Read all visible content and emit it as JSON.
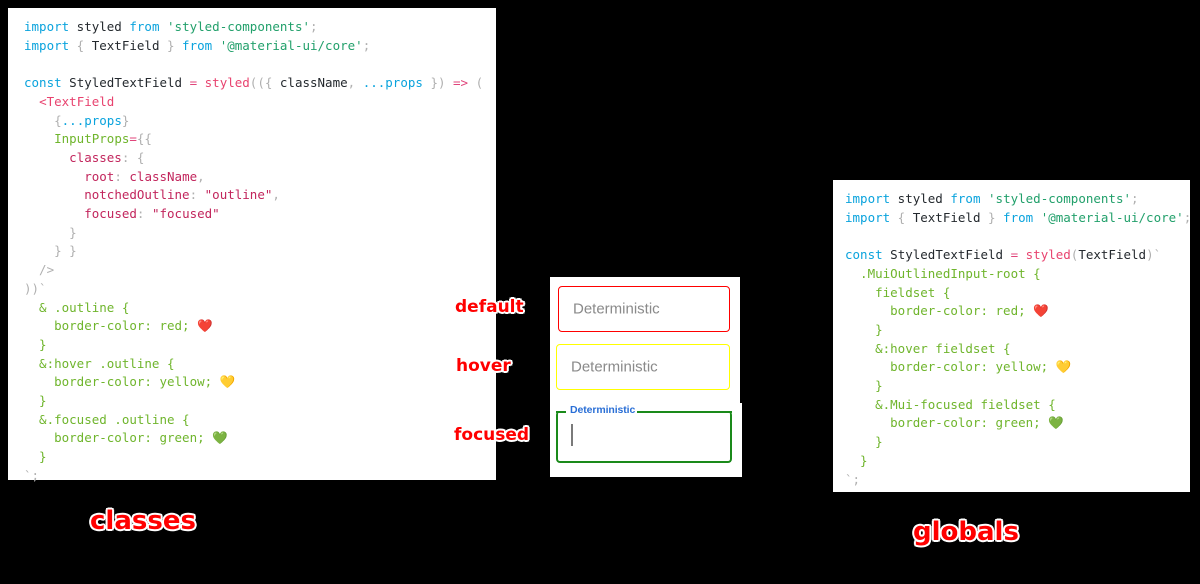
{
  "diagram": {
    "title_left": "classes",
    "title_right": "globals"
  },
  "left_panel": {
    "name": "classes-approach-code",
    "lines": [
      [
        {
          "t": "key",
          "s": "import"
        },
        {
          "t": "plain",
          "s": " styled "
        },
        {
          "t": "key",
          "s": "from"
        },
        {
          "t": "plain",
          "s": " "
        },
        {
          "t": "str",
          "s": "'styled-components'"
        },
        {
          "t": "punct",
          "s": ";"
        }
      ],
      [
        {
          "t": "key",
          "s": "import"
        },
        {
          "t": "punct",
          "s": " { "
        },
        {
          "t": "plain",
          "s": "TextField"
        },
        {
          "t": "punct",
          "s": " } "
        },
        {
          "t": "key",
          "s": "from"
        },
        {
          "t": "plain",
          "s": " "
        },
        {
          "t": "str",
          "s": "'@material-ui/core'"
        },
        {
          "t": "punct",
          "s": ";"
        }
      ],
      [],
      [
        {
          "t": "key",
          "s": "const"
        },
        {
          "t": "plain",
          "s": " StyledTextField "
        },
        {
          "t": "op",
          "s": "="
        },
        {
          "t": "plain",
          "s": " "
        },
        {
          "t": "fn",
          "s": "styled"
        },
        {
          "t": "punct",
          "s": "(({ "
        },
        {
          "t": "plain",
          "s": "className"
        },
        {
          "t": "punct",
          "s": ", "
        },
        {
          "t": "var",
          "s": "...props"
        },
        {
          "t": "punct",
          "s": " }) "
        },
        {
          "t": "op",
          "s": "=>"
        },
        {
          "t": "punct",
          "s": " ("
        }
      ],
      [
        {
          "t": "plain",
          "s": "  "
        },
        {
          "t": "tag",
          "s": "<TextField"
        }
      ],
      [
        {
          "t": "punct",
          "s": "    {"
        },
        {
          "t": "var",
          "s": "...props"
        },
        {
          "t": "punct",
          "s": "}"
        }
      ],
      [
        {
          "t": "plain",
          "s": "    "
        },
        {
          "t": "prop",
          "s": "InputProps"
        },
        {
          "t": "op",
          "s": "="
        },
        {
          "t": "punct",
          "s": "{{"
        }
      ],
      [
        {
          "t": "plain",
          "s": "      "
        },
        {
          "t": "attr",
          "s": "classes"
        },
        {
          "t": "punct",
          "s": ": {"
        }
      ],
      [
        {
          "t": "plain",
          "s": "        "
        },
        {
          "t": "attr",
          "s": "root"
        },
        {
          "t": "punct",
          "s": ": "
        },
        {
          "t": "attr",
          "s": "className"
        },
        {
          "t": "punct",
          "s": ","
        }
      ],
      [
        {
          "t": "plain",
          "s": "        "
        },
        {
          "t": "attr",
          "s": "notchedOutline"
        },
        {
          "t": "punct",
          "s": ": "
        },
        {
          "t": "attr",
          "s": "\"outline\""
        },
        {
          "t": "punct",
          "s": ","
        }
      ],
      [
        {
          "t": "plain",
          "s": "        "
        },
        {
          "t": "attr",
          "s": "focused"
        },
        {
          "t": "punct",
          "s": ": "
        },
        {
          "t": "attr",
          "s": "\"focused\""
        }
      ],
      [
        {
          "t": "punct",
          "s": "      }"
        }
      ],
      [
        {
          "t": "punct",
          "s": "    } }"
        }
      ],
      [
        {
          "t": "punct",
          "s": "  />"
        }
      ],
      [
        {
          "t": "punct",
          "s": "))`"
        }
      ],
      [
        {
          "t": "sel",
          "s": "  & .outline {"
        }
      ],
      [
        {
          "t": "css",
          "s": "    border-color: red; "
        },
        {
          "t": "emoji",
          "s": "❤️"
        }
      ],
      [
        {
          "t": "sel",
          "s": "  }"
        }
      ],
      [
        {
          "t": "sel",
          "s": "  &:hover .outline {"
        }
      ],
      [
        {
          "t": "css",
          "s": "    border-color: yellow; "
        },
        {
          "t": "emoji",
          "s": "💛"
        }
      ],
      [
        {
          "t": "sel",
          "s": "  }"
        }
      ],
      [
        {
          "t": "sel",
          "s": "  &.focused .outline {"
        }
      ],
      [
        {
          "t": "css",
          "s": "    border-color: green; "
        },
        {
          "t": "emoji",
          "s": "💚"
        }
      ],
      [
        {
          "t": "sel",
          "s": "  }"
        }
      ],
      [
        {
          "t": "punct",
          "s": "`;"
        }
      ]
    ]
  },
  "right_panel": {
    "name": "globals-approach-code",
    "lines": [
      [
        {
          "t": "key",
          "s": "import"
        },
        {
          "t": "plain",
          "s": " styled "
        },
        {
          "t": "key",
          "s": "from"
        },
        {
          "t": "plain",
          "s": " "
        },
        {
          "t": "str",
          "s": "'styled-components'"
        },
        {
          "t": "punct",
          "s": ";"
        }
      ],
      [
        {
          "t": "key",
          "s": "import"
        },
        {
          "t": "punct",
          "s": " { "
        },
        {
          "t": "plain",
          "s": "TextField"
        },
        {
          "t": "punct",
          "s": " } "
        },
        {
          "t": "key",
          "s": "from"
        },
        {
          "t": "plain",
          "s": " "
        },
        {
          "t": "str",
          "s": "'@material-ui/core'"
        },
        {
          "t": "punct",
          "s": ";"
        }
      ],
      [],
      [
        {
          "t": "key",
          "s": "const"
        },
        {
          "t": "plain",
          "s": " StyledTextField "
        },
        {
          "t": "op",
          "s": "="
        },
        {
          "t": "plain",
          "s": " "
        },
        {
          "t": "fn",
          "s": "styled"
        },
        {
          "t": "punct",
          "s": "("
        },
        {
          "t": "plain",
          "s": "TextField"
        },
        {
          "t": "punct",
          "s": ")`"
        }
      ],
      [
        {
          "t": "sel",
          "s": "  .MuiOutlinedInput-root {"
        }
      ],
      [
        {
          "t": "sel",
          "s": "    fieldset {"
        }
      ],
      [
        {
          "t": "css",
          "s": "      border-color: red; "
        },
        {
          "t": "emoji",
          "s": "❤️"
        }
      ],
      [
        {
          "t": "sel",
          "s": "    }"
        }
      ],
      [
        {
          "t": "sel",
          "s": "    &:hover fieldset {"
        }
      ],
      [
        {
          "t": "css",
          "s": "      border-color: yellow; "
        },
        {
          "t": "emoji",
          "s": "💛"
        }
      ],
      [
        {
          "t": "sel",
          "s": "    }"
        }
      ],
      [
        {
          "t": "sel",
          "s": "    &.Mui-focused fieldset {"
        }
      ],
      [
        {
          "t": "css",
          "s": "      border-color: green; "
        },
        {
          "t": "emoji",
          "s": "💚"
        }
      ],
      [
        {
          "t": "sel",
          "s": "    }"
        }
      ],
      [
        {
          "t": "sel",
          "s": "  }"
        }
      ],
      [
        {
          "t": "punct",
          "s": "`;"
        }
      ]
    ]
  },
  "demo": {
    "fields": [
      {
        "state": "default",
        "value": "Deterministic",
        "border_color": "#ff0000",
        "label": ""
      },
      {
        "state": "hover",
        "value": "Deterministic",
        "border_color": "#ffff00",
        "label": ""
      },
      {
        "state": "focused",
        "value": "",
        "border_color": "#1a8a1a",
        "label": "Deterministic"
      }
    ]
  },
  "annotations": {
    "default": "default",
    "hover": "hover",
    "focused": "focused"
  },
  "colors": {
    "red": "#ff0000",
    "yellow": "#ffff00",
    "green": "#1a8a1a",
    "label_blue": "#2a6fd6",
    "annotation_red": "#ff0000",
    "background": "#000000",
    "panel": "#ffffff"
  }
}
